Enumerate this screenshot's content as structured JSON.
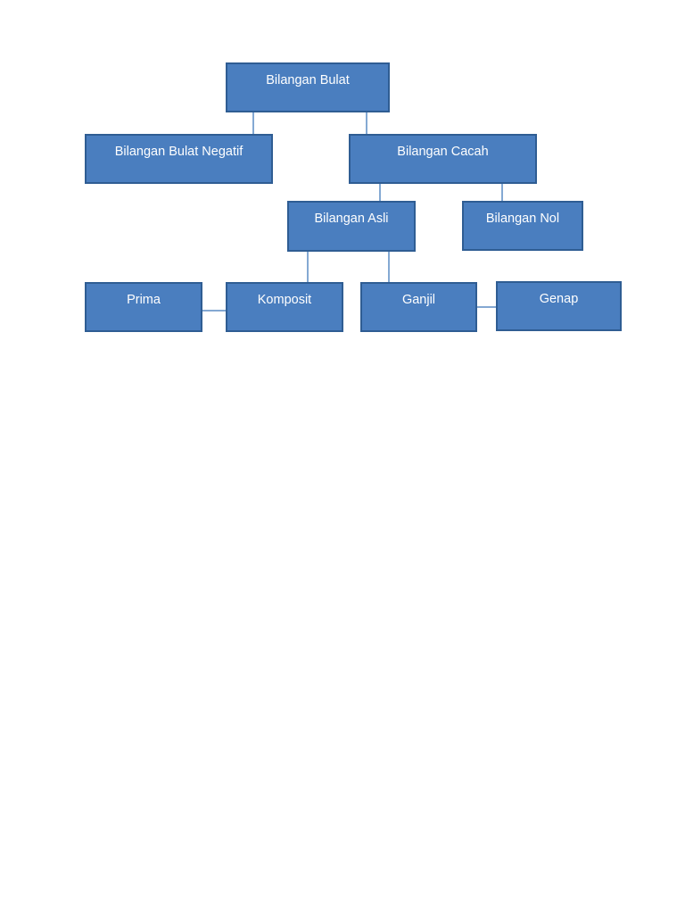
{
  "diagram": {
    "nodes": {
      "root": "Bilangan Bulat",
      "negative": "Bilangan Bulat Negatif",
      "cacah": "Bilangan Cacah",
      "asli": "Bilangan Asli",
      "nol": "Bilangan Nol",
      "prima": "Prima",
      "komposit": "Komposit",
      "ganjil": "Ganjil",
      "genap": "Genap"
    },
    "colors": {
      "node_fill": "#4a7ebf",
      "node_border": "#2f5d93",
      "connector": "#5b8cc4",
      "text": "#ffffff"
    }
  }
}
